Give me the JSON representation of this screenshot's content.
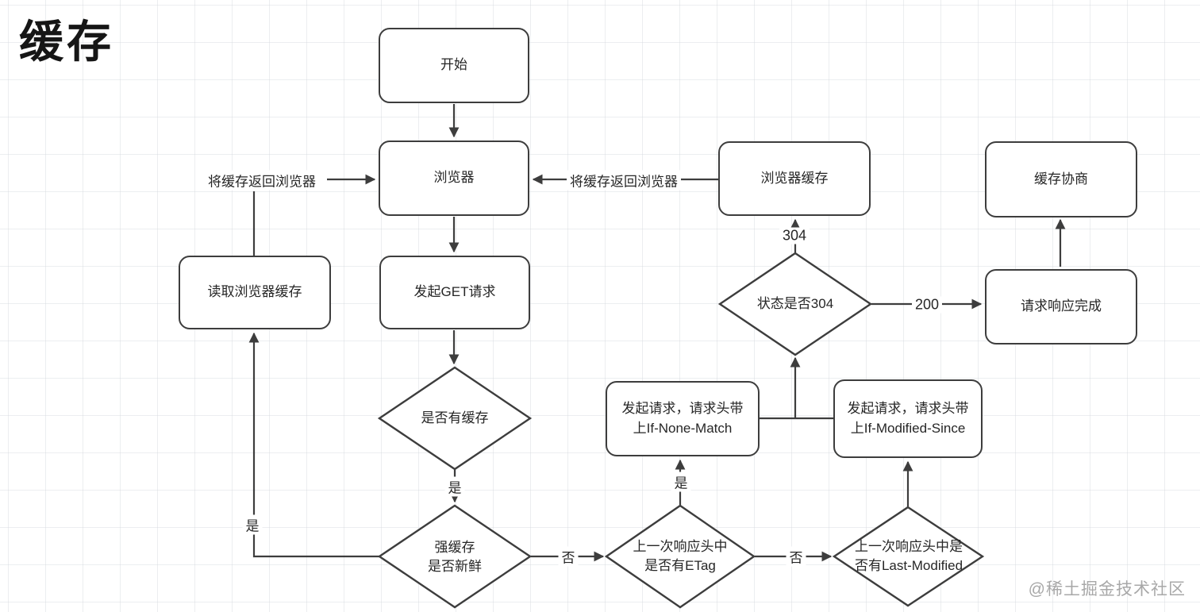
{
  "title": "缓存",
  "watermark": "@稀土掘金技术社区",
  "colors": {
    "line": "#3d3d3d",
    "node_border": "#3d3d3d",
    "node_fill": "#ffffff",
    "text": "#262626",
    "watermark": "#a8a8a8"
  },
  "nodes": {
    "start": {
      "label": "开始",
      "shape": "rounded-rect"
    },
    "browser": {
      "label": "浏览器",
      "shape": "rounded-rect"
    },
    "get_request": {
      "label": "发起GET请求",
      "shape": "rounded-rect"
    },
    "read_browser_cache": {
      "label": "读取浏览器缓存",
      "shape": "rounded-rect"
    },
    "browser_cache": {
      "label": "浏览器缓存",
      "shape": "rounded-rect"
    },
    "cache_negotiation": {
      "label": "缓存协商",
      "shape": "rounded-rect"
    },
    "response_complete": {
      "label": "请求响应完成",
      "shape": "rounded-rect"
    },
    "request_if_none_match": {
      "label": "发起请求，请求头带\n上If-None-Match",
      "shape": "rounded-rect"
    },
    "request_if_modified_since": {
      "label": "发起请求，请求头带\n上If-Modified-Since",
      "shape": "rounded-rect"
    },
    "has_cache": {
      "label": "是否有缓存",
      "shape": "diamond"
    },
    "strong_cache_fresh": {
      "label": "强缓存\n是否新鲜",
      "shape": "diamond"
    },
    "status_is_304": {
      "label": "状态是否304",
      "shape": "diamond"
    },
    "has_etag": {
      "label": "上一次响应头中\n是否有ETag",
      "shape": "diamond"
    },
    "has_last_modified": {
      "label": "上一次响应头中是\n否有Last-Modified",
      "shape": "diamond"
    }
  },
  "edge_labels": {
    "return_cache_left": "将缓存返回浏览器",
    "return_cache_right": "将缓存返回浏览器",
    "status_304": "304",
    "status_200": "200",
    "yes_has_cache": "是",
    "yes_strong_cache": "是",
    "yes_etag": "是",
    "no_strong_cache": "否",
    "no_etag": "否"
  }
}
